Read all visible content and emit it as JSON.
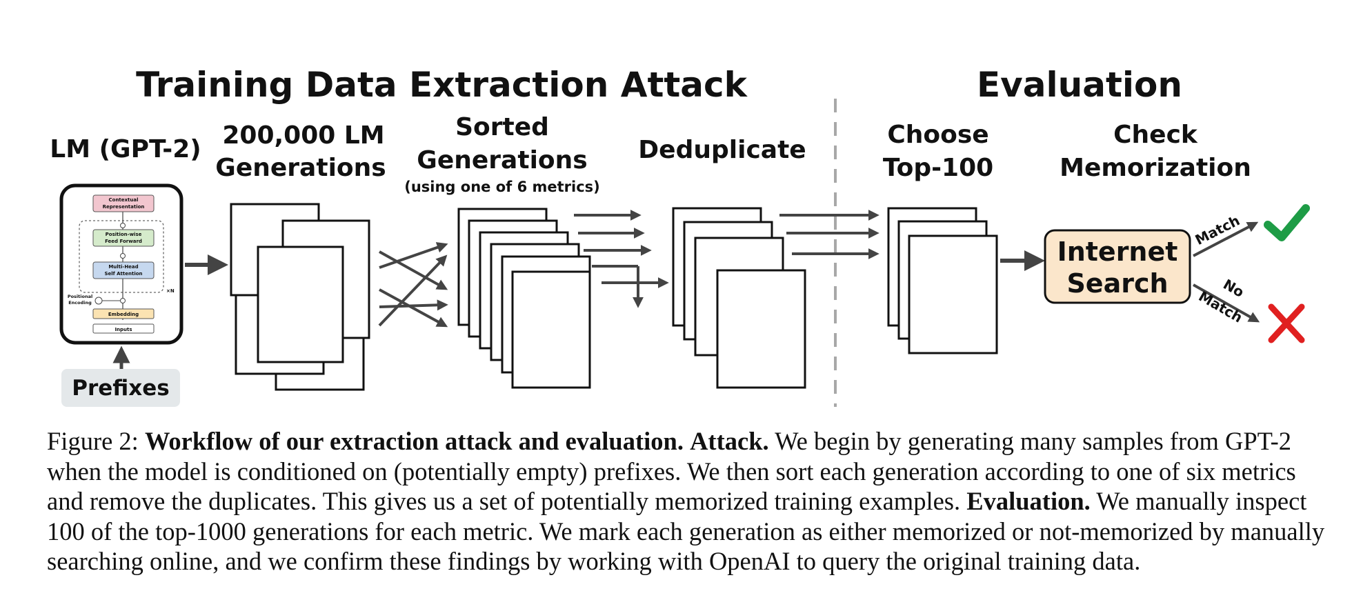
{
  "figure": {
    "sections": {
      "attack_title": "Training Data Extraction Attack",
      "evaluation_title": "Evaluation"
    },
    "stages": {
      "lm": "LM (GPT-2)",
      "generations_1": "200,000 LM",
      "generations_2": "Generations",
      "sorted_1": "Sorted",
      "sorted_2": "Generations",
      "sorted_note": "(using one of 6 metrics)",
      "dedup": "Deduplicate",
      "choose_1": "Choose",
      "choose_2": "Top-100",
      "check_1": "Check",
      "check_2": "Memorization"
    },
    "transformer": {
      "contextual": [
        "Contextual",
        "Representation"
      ],
      "ffn": [
        "Position-wise",
        "Feed Forward"
      ],
      "attention": [
        "Multi-Head",
        "Self Attention"
      ],
      "embedding": "Embedding",
      "inputs": "Inputs",
      "positional": [
        "Positional",
        "Encoding"
      ],
      "repeat": "×N"
    },
    "prefixes": "Prefixes",
    "search": [
      "Internet",
      "Search"
    ],
    "match": "Match",
    "no_match": [
      "No",
      "Match"
    ],
    "colors": {
      "contextual": "#f2c6cf",
      "ffn": "#d5ebcb",
      "attention": "#c6d8ef",
      "embedding": "#fbe3b2",
      "search_box": "#fbe6cb",
      "prefix_box": "#e4e8ea",
      "check": "#1e9c46",
      "cross": "#e02020",
      "arrow": "#444444"
    }
  },
  "caption": {
    "label": "Figure 2:",
    "title": "Workflow of our extraction attack and evaluation.",
    "attack_label": "Attack.",
    "line1_rest": "We begin by generating many samples from GPT-2",
    "line2": "when the model is conditioned on (potentially empty) prefixes. We then sort each generation according to one of six metrics",
    "line3": "and remove the duplicates. This gives us a set of potentially memorized training examples.",
    "evaluation_label": "Evaluation.",
    "line3_rest": "We manually inspect",
    "line4": "100 of the top-1000 generations for each metric. We mark each generation as either memorized or not-memorized by manually",
    "line5": "searching online, and we confirm these findings by working with OpenAI to query the original training data."
  }
}
